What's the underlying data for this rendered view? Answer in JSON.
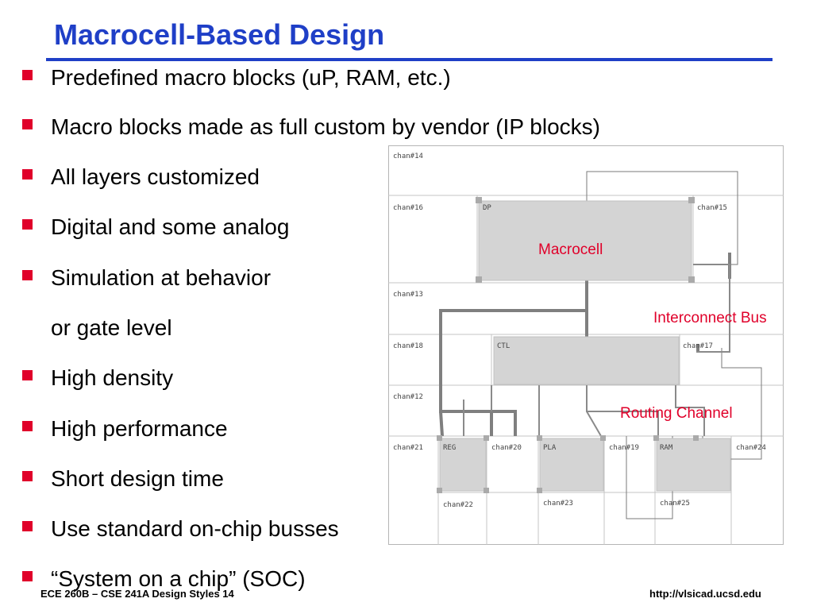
{
  "slide": {
    "title": "Macrocell-Based Design",
    "bullets": [
      {
        "text": "Predefined macro blocks (uP, RAM, etc.)",
        "marker": true
      },
      {
        "text": "Macro blocks made as full custom by vendor (IP blocks)",
        "marker": true
      },
      {
        "text": "All layers customized",
        "marker": true
      },
      {
        "text": "Digital and some analog",
        "marker": true
      },
      {
        "text": "Simulation at behavior",
        "marker": true
      },
      {
        "text": "or gate level",
        "marker": false
      },
      {
        "text": "High density",
        "marker": true
      },
      {
        "text": "High performance",
        "marker": true
      },
      {
        "text": "Short design time",
        "marker": true
      },
      {
        "text": "Use standard on-chip busses",
        "marker": true
      },
      {
        "text": "“System on a chip” (SOC)",
        "marker": true
      }
    ],
    "footer_left": "ECE 260B – CSE 241A Design Styles 14",
    "footer_right": "http://vlsicad.ucsd.edu"
  },
  "diagram": {
    "labels": {
      "chan14": "chan#14",
      "chan16": "chan#16",
      "dp": "DP",
      "chan15": "chan#15",
      "chan13": "chan#13",
      "chan18": "chan#18",
      "ctl": "CTL",
      "chan17": "chan#17",
      "chan12": "chan#12",
      "chan21": "chan#21",
      "reg": "REG",
      "chan20": "chan#20",
      "pla": "PLA",
      "chan19": "chan#19",
      "ram": "RAM",
      "chan24": "chan#24",
      "chan22": "chan#22",
      "chan23": "chan#23",
      "chan25": "chan#25"
    },
    "annotations": {
      "macrocell": "Macrocell",
      "interconnect_bus": "Interconnect Bus",
      "routing_channel": "Routing Channel"
    },
    "colors": {
      "title": "#1f3fc7",
      "bullet_marker": "#e0002a",
      "annotation": "#e0002a",
      "block_fill": "#d4d4d4",
      "bus": "#808080"
    }
  }
}
